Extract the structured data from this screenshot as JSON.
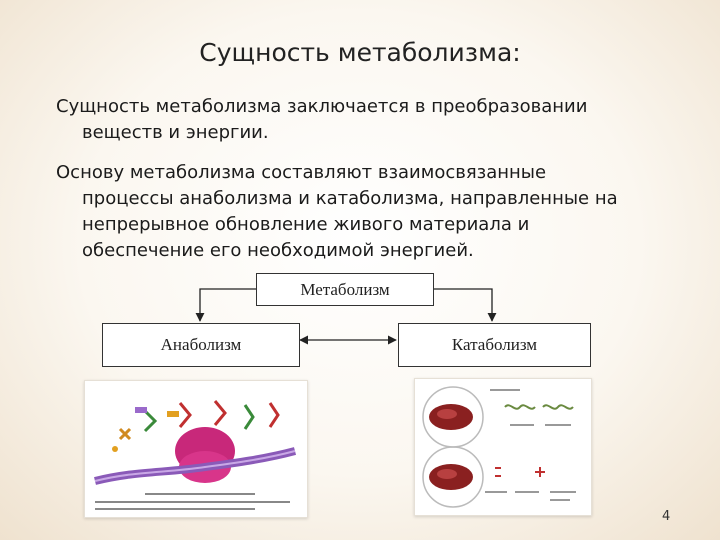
{
  "slide": {
    "title": "Сущность метаболизма:",
    "para1_line1": "Сущность метаболизма заключается в преобразовании",
    "para1_rest": "веществ и энергии.",
    "para2_line1": "Основу метаболизма составляют взаимосвязанные",
    "para2_rest": "процессы анаболизма и катаболизма, направленные на непрерывное обновление живого материала и обеспечение его необходимой энергией.",
    "page_number": "4"
  },
  "diagram": {
    "metabolism": "Метаболизм",
    "anabolism": "Анаболизм",
    "catabolism": "Катаболизм"
  },
  "figures": {
    "anabolism_image": "protein-synthesis-illustration",
    "catabolism_image": "protein-breakdown-illustration"
  }
}
